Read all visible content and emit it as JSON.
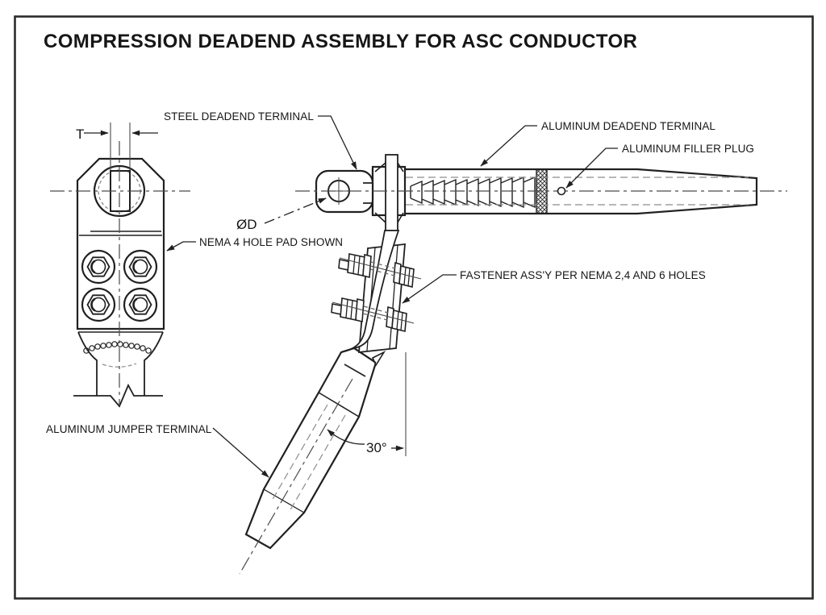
{
  "drawing": {
    "title": "COMPRESSION DEADEND ASSEMBLY FOR ASC CONDUCTOR",
    "callouts": {
      "steel_deadend_terminal": "STEEL DEADEND TERMINAL",
      "aluminum_deadend_terminal": "ALUMINUM DEADEND TERMINAL",
      "aluminum_filler_plug": "ALUMINUM FILLER PLUG",
      "nema_pad": "NEMA 4 HOLE PAD SHOWN",
      "fastener_assembly": "FASTENER ASS'Y PER NEMA 2,4 AND 6 HOLES",
      "aluminum_jumper_terminal": "ALUMINUM JUMPER TERMINAL"
    },
    "dimensions": {
      "pad_thickness": "T",
      "hole_diameter": "ØD",
      "jumper_angle": "30°"
    },
    "colors": {
      "line": "#202020",
      "centerline": "#4a4a4a",
      "hidden_line": "#8c8c8c",
      "background": "#ffffff"
    }
  }
}
